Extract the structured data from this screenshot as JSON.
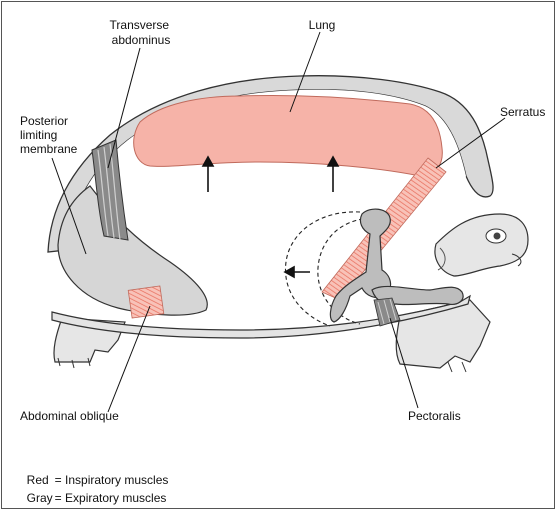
{
  "labels": {
    "transverse_abdominus": [
      "Transverse",
      "abdominus"
    ],
    "lung": "Lung",
    "serratus": "Serratus",
    "posterior_limiting_membrane": [
      "Posterior",
      "limiting",
      "membrane"
    ],
    "abdominal_oblique": "Abdominal oblique",
    "pectoralis": "Pectoralis"
  },
  "legend": [
    {
      "key": "Red",
      "desc": "= Inspiratory muscles",
      "color": "#f08c80"
    },
    {
      "key": "Gray",
      "desc": "= Expiratory muscles",
      "color": "#888888"
    }
  ],
  "colors": {
    "lung_fill": "#f6b3a8",
    "inspiratory": "#f08c80",
    "expiratory": "#777777",
    "shell": "#e2e2e2",
    "bone": "#b9b9b9",
    "outline": "#333333"
  }
}
